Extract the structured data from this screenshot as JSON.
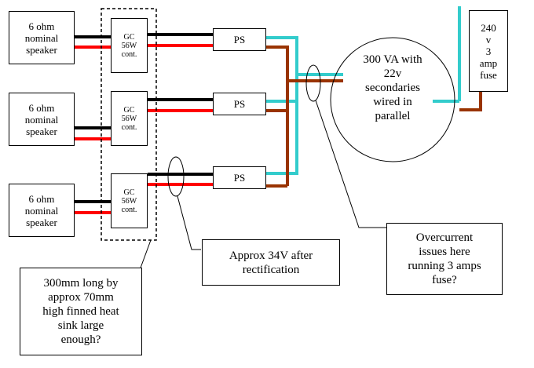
{
  "speakers": [
    {
      "lines": [
        "6 ohm",
        "nominal",
        "speaker"
      ]
    },
    {
      "lines": [
        "6 ohm",
        "nominal",
        "speaker"
      ]
    },
    {
      "lines": [
        "6 ohm",
        "nominal",
        "speaker"
      ]
    }
  ],
  "amps": [
    {
      "lines": [
        "GC",
        "56W",
        "cont."
      ]
    },
    {
      "lines": [
        "GC",
        "56W",
        "cont."
      ]
    },
    {
      "lines": [
        "GC",
        "56W",
        "cont."
      ]
    }
  ],
  "power_supplies": [
    {
      "label": "PS"
    },
    {
      "label": "PS"
    },
    {
      "label": "PS"
    }
  ],
  "transformer": {
    "lines": [
      "300 VA with",
      "22v",
      "secondaries",
      "wired in",
      "parallel"
    ]
  },
  "fuse": {
    "lines": [
      "240",
      "v",
      "3",
      "amp",
      "fuse"
    ]
  },
  "callouts": {
    "voltage": [
      "Approx 34V after",
      "rectification"
    ],
    "overcurrent": [
      "Overcurrent",
      "issues here",
      "running 3 amps",
      "fuse?"
    ],
    "heatsink": [
      "300mm long by",
      "approx 70mm",
      "high finned heat",
      "sink large",
      "enough?"
    ]
  },
  "colors": {
    "speaker_pos": "#000000",
    "speaker_neg": "#ff0000",
    "dc_feed": "#33cccc",
    "dc_return": "#993300"
  }
}
